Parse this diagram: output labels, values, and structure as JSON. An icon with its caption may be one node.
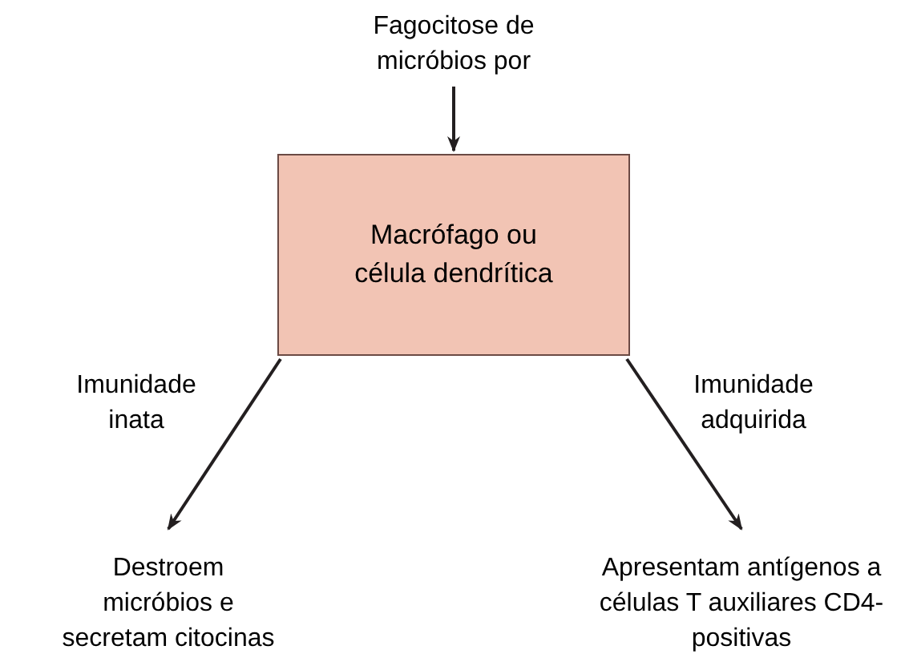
{
  "diagram": {
    "nodes": [
      {
        "text": [
          "Fagocitose de micróbios por"
        ]
      },
      {
        "text": [
          "Macrófago ou célula dendrítica"
        ]
      },
      {
        "text": [
          "Destroem micróbios e secretam citocinas"
        ]
      },
      {
        "text": [
          "Apresentam antígenos a células T auxiliares CD4-positivas"
        ]
      }
    ],
    "edges": [
      {
        "from": 0,
        "to": 1,
        "arrow": "to"
      },
      {
        "from": 1,
        "to": 2,
        "arrow": "to",
        "label": "Imunidade inata"
      },
      {
        "from": 1,
        "to": 3,
        "arrow": "to",
        "label": "Imunidade adquirida"
      }
    ]
  }
}
